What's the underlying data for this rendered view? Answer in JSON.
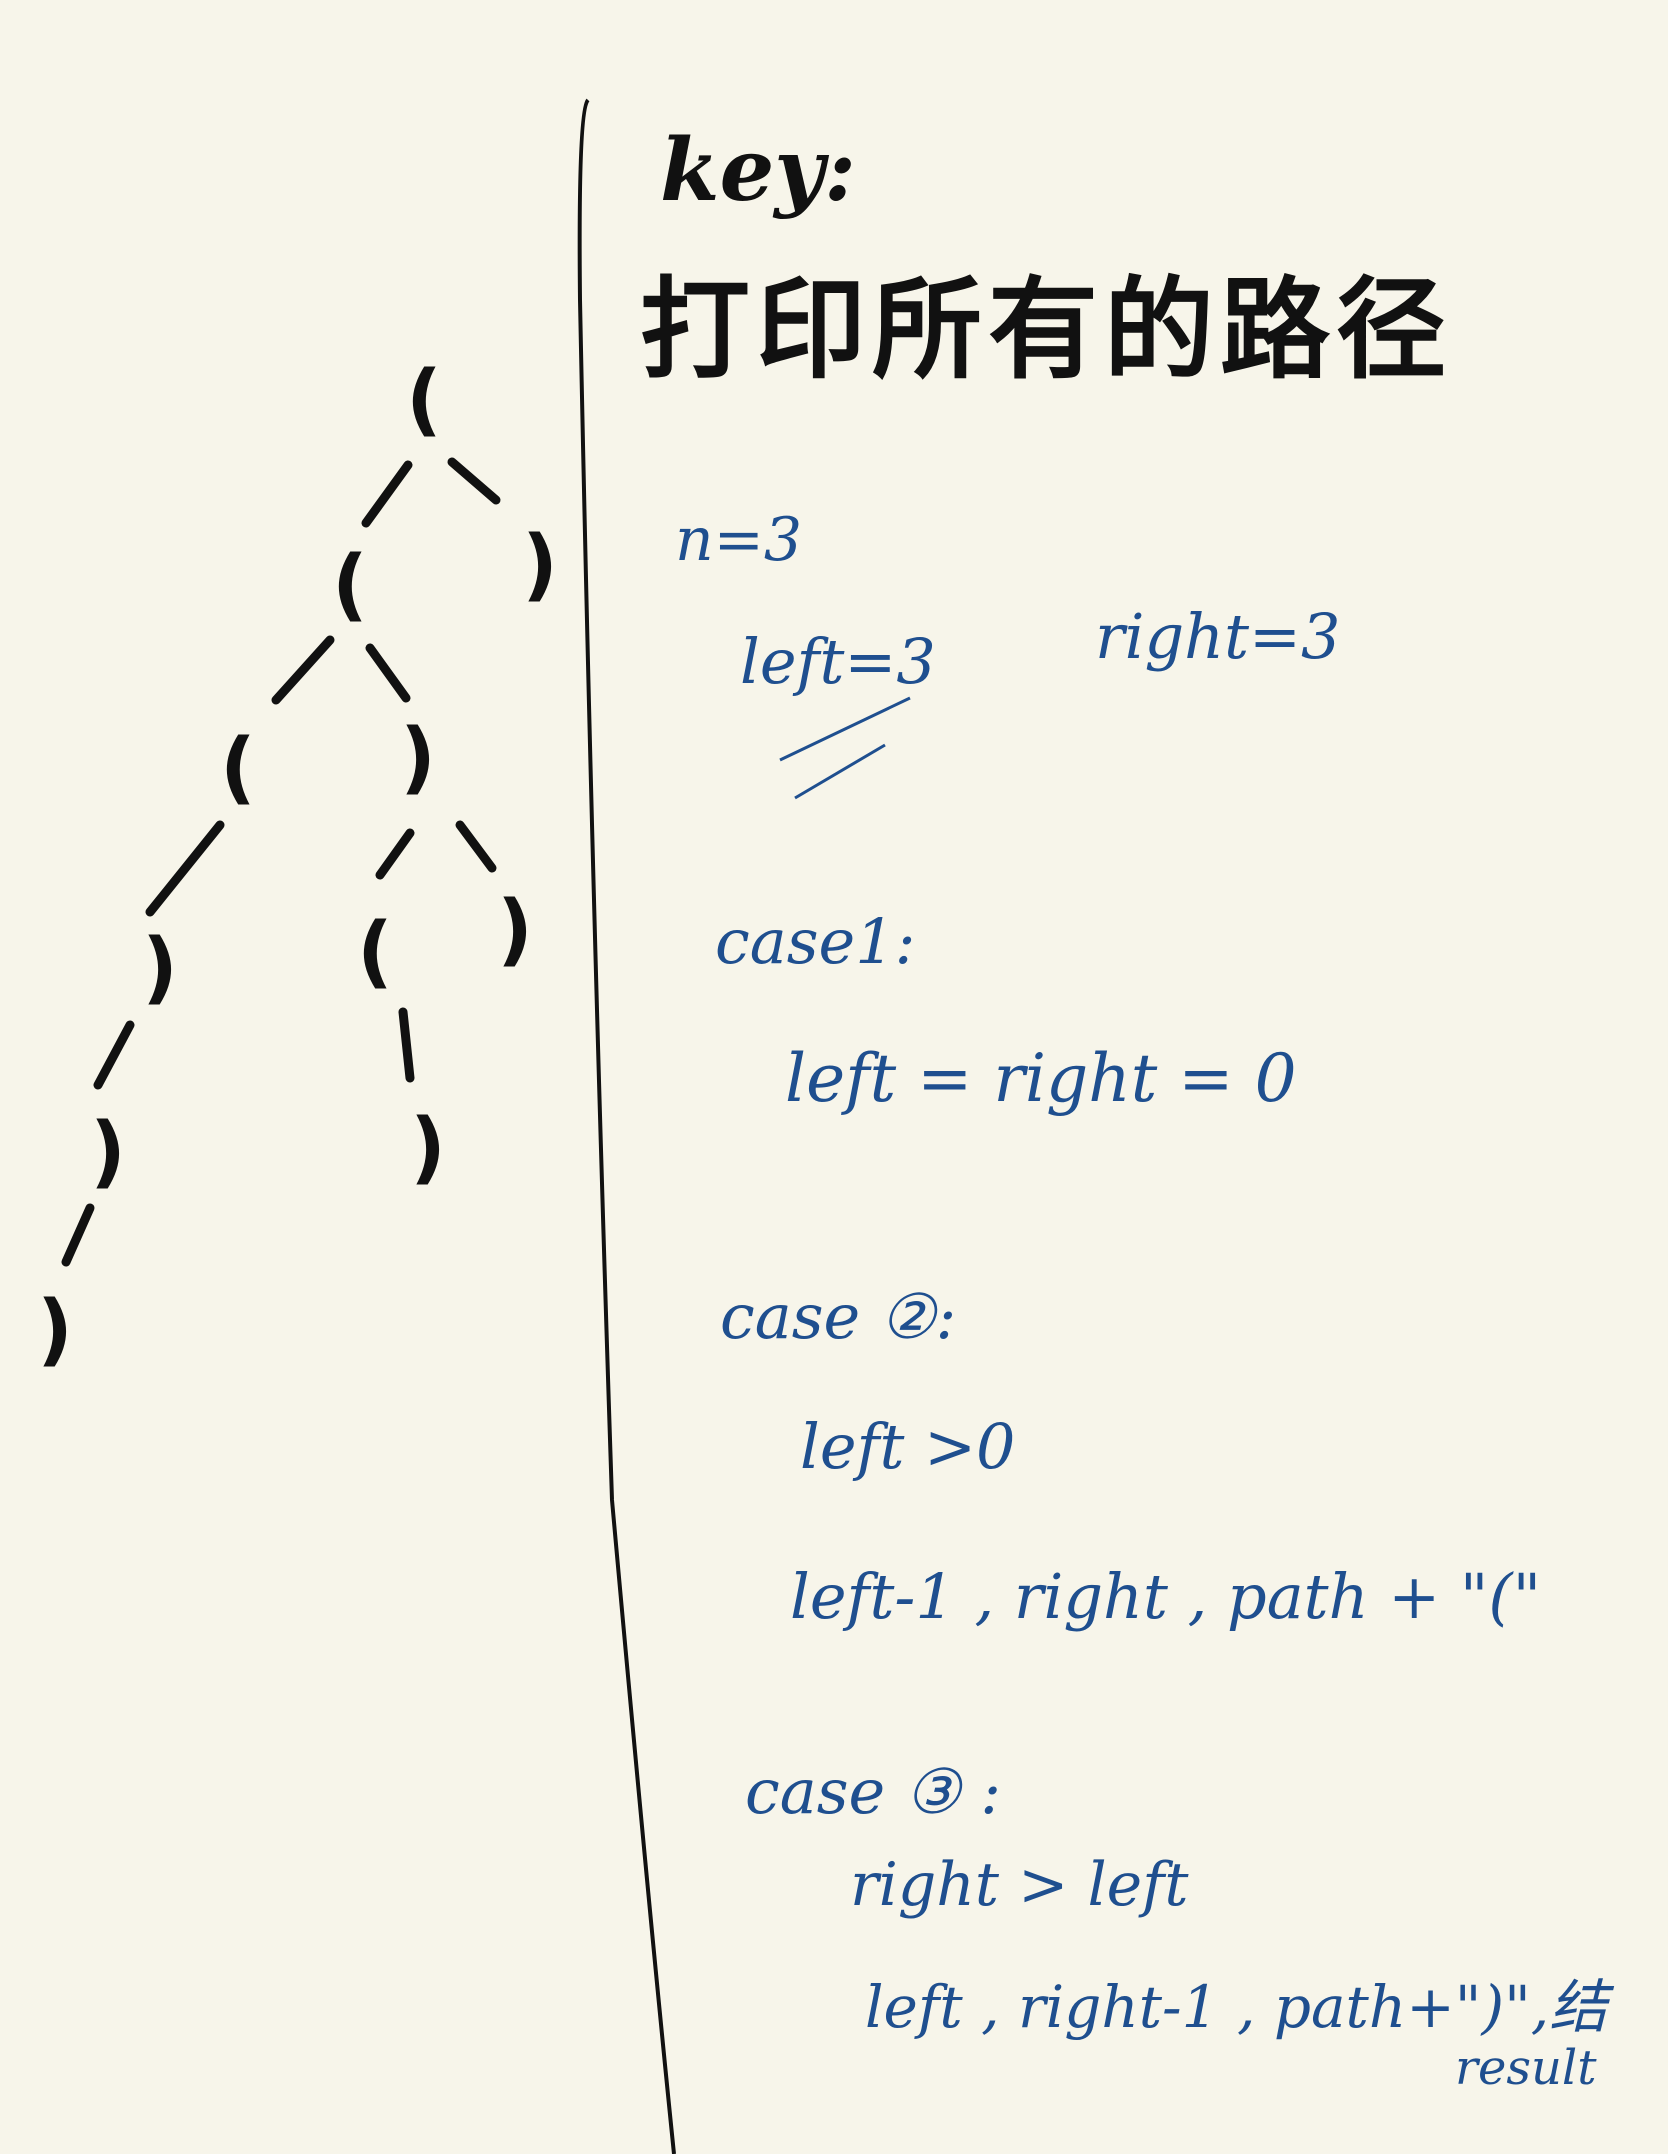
{
  "colors": {
    "paper": "#f7f5ea",
    "black_ink": "#111111",
    "blue_ink": "#1f4f8f"
  },
  "heading": {
    "key": "key:",
    "title": "打印所有的路径"
  },
  "tree": {
    "nodes": [
      "(",
      "(",
      ")",
      "(",
      ")",
      ")",
      "(",
      ")",
      ")",
      ")",
      ")"
    ]
  },
  "notes": {
    "n": "n=3",
    "left": "left=3",
    "right": "right=3",
    "case1": "case1:",
    "case1_cond": "left = right = 0",
    "case2": "case ②:",
    "case2_cond": "left >0",
    "case2_call": "left-1 , right , path + \"(\"",
    "case3": "case ③ :",
    "case3_cond": "right > left",
    "case3_call": "left , right-1 , path+\")\",结",
    "case3_result": "result"
  }
}
